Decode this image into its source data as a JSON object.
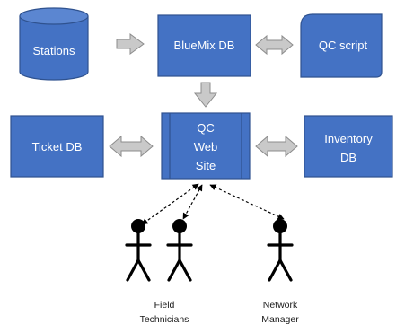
{
  "diagram": {
    "nodes": {
      "stations": {
        "label": "Stations",
        "shape": "database-cylinder"
      },
      "bluemix_db": {
        "label": "BlueMix DB",
        "shape": "rectangle"
      },
      "qc_script": {
        "label": "QC script",
        "shape": "rounded-rectangle"
      },
      "ticket_db": {
        "label": "Ticket DB",
        "shape": "rectangle"
      },
      "qc_web_site": {
        "lines": [
          "QC",
          "Web",
          "Site"
        ],
        "shape": "predefined-process"
      },
      "inventory_db": {
        "lines": [
          "Inventory",
          "DB"
        ],
        "shape": "rectangle"
      }
    },
    "actors": {
      "field_technicians": {
        "lines": [
          "Field",
          "Technicians"
        ],
        "count": 2
      },
      "network_manager": {
        "lines": [
          "Network",
          "Manager"
        ],
        "count": 1
      }
    },
    "edges": [
      {
        "from": "stations",
        "to": "bluemix_db",
        "style": "block-arrow"
      },
      {
        "from": "bluemix_db",
        "to": "qc_script",
        "style": "double-block-arrow"
      },
      {
        "from": "bluemix_db",
        "to": "qc_web_site",
        "style": "block-arrow"
      },
      {
        "from": "ticket_db",
        "to": "qc_web_site",
        "style": "double-block-arrow"
      },
      {
        "from": "qc_web_site",
        "to": "inventory_db",
        "style": "double-block-arrow"
      },
      {
        "from": "qc_web_site",
        "to": "field_technicians",
        "style": "dashed-double-arrow"
      },
      {
        "from": "qc_web_site",
        "to": "network_manager",
        "style": "dashed-double-arrow"
      }
    ],
    "colors": {
      "node_fill": "#4472c4",
      "node_stroke": "#2f528f",
      "arrow_fill": "#c9c9c9",
      "arrow_stroke": "#8c8c8c",
      "actor": "#000000"
    }
  }
}
